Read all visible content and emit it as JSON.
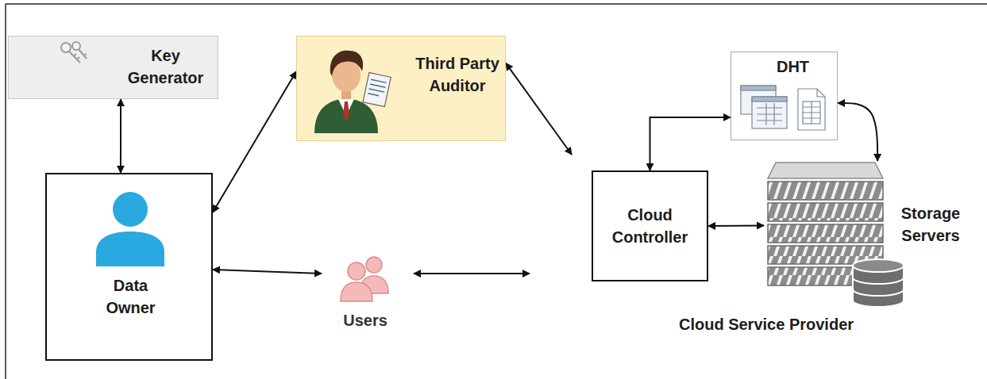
{
  "diagram": {
    "nodes": [
      {
        "text": [
          "Key Generator"
        ]
      },
      {
        "text": [
          "Third Party Auditor"
        ]
      },
      {
        "text": [
          "Data Owner"
        ]
      },
      {
        "text": [
          "Users"
        ]
      },
      {
        "text": [
          "Cloud Service Provider"
        ]
      },
      {
        "text": [
          "DHT"
        ],
        "in": 4
      },
      {
        "text": [
          "Cloud Controller"
        ],
        "in": 4
      },
      {
        "text": [
          "Storage Servers"
        ],
        "in": 4
      }
    ],
    "edges": [
      {
        "from": 0,
        "to": 2,
        "arrow": "both"
      },
      {
        "from": 2,
        "to": 1,
        "arrow": "both"
      },
      {
        "from": 1,
        "to": 4,
        "arrow": "both"
      },
      {
        "from": 2,
        "to": 3,
        "arrow": "both"
      },
      {
        "from": 3,
        "to": 4,
        "arrow": "both"
      },
      {
        "from": 6,
        "to": 5,
        "arrow": "both"
      },
      {
        "from": 5,
        "to": 7,
        "arrow": "both"
      },
      {
        "from": 6,
        "to": 7,
        "arrow": "both"
      }
    ]
  }
}
